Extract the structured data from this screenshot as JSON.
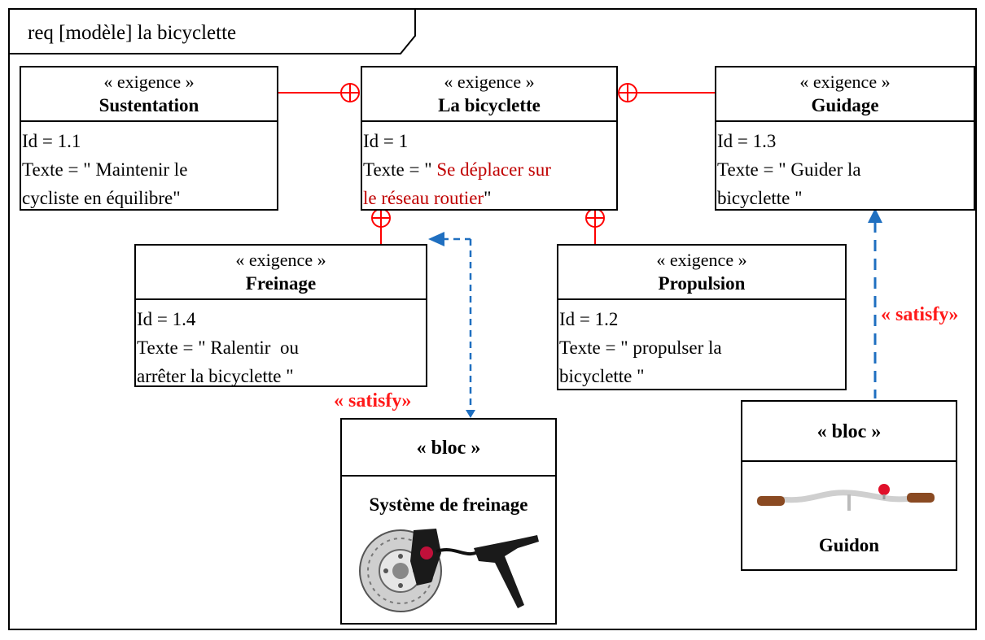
{
  "frame": {
    "title": "req [modèle] la bicyclette"
  },
  "requirements": {
    "sustentation": {
      "stereotype": "« exigence »",
      "name": "Sustentation",
      "id": "Id = 1.1",
      "text_line1": "Texte = \" Maintenir le",
      "text_line2": "cycliste en équilibre\""
    },
    "bicyclette": {
      "stereotype": "« exigence »",
      "name": "La bicyclette",
      "id": "Id = 1",
      "text_prefix": "Texte = \" ",
      "text_red1": "Se déplacer sur",
      "text_red2": "le réseau routier",
      "text_suffix": "\""
    },
    "guidage": {
      "stereotype": "« exigence »",
      "name": "Guidage",
      "id": "Id = 1.3",
      "text_line1": "Texte = \" Guider la",
      "text_line2": "bicyclette \""
    },
    "freinage": {
      "stereotype": "« exigence »",
      "name": "Freinage",
      "id": "Id = 1.4",
      "text_line1": "Texte = \" Ralentir  ou",
      "text_line2": "arrêter la bicyclette \""
    },
    "propulsion": {
      "stereotype": "« exigence »",
      "name": "Propulsion",
      "id": "Id = 1.2",
      "text_line1": "Texte = \" propulser la",
      "text_line2": "bicyclette \""
    }
  },
  "blocks": {
    "freinage": {
      "stereotype": "« bloc »",
      "name": "Système de freinage"
    },
    "guidon": {
      "stereotype": "« bloc »",
      "name": "Guidon"
    }
  },
  "relations": {
    "satisfy_label": "« satisfy»",
    "containment_color": "#ff0000",
    "satisfy_color": "#1f6fc0"
  }
}
